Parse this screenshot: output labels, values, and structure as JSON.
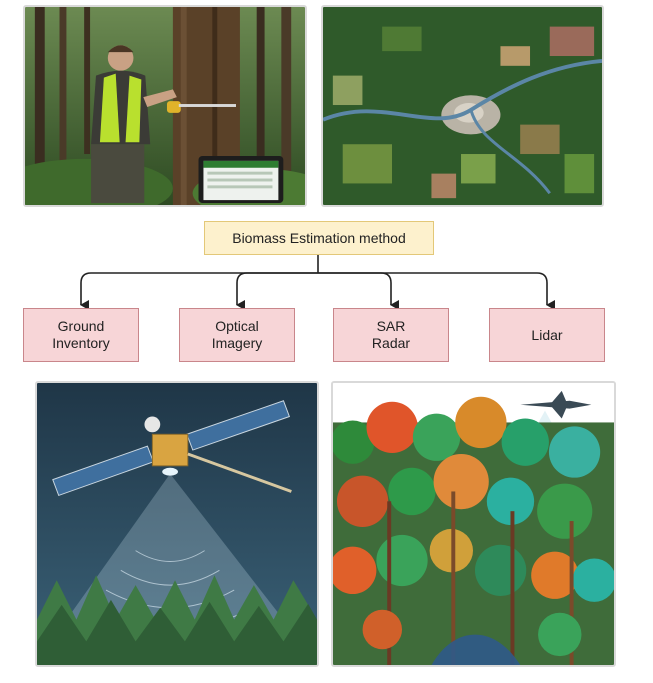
{
  "diagram": {
    "root": {
      "label": "Biomass Estimation method"
    },
    "methods": [
      {
        "label": "Ground\nInventory"
      },
      {
        "label": "Optical\nImagery"
      },
      {
        "label": "SAR\nRadar"
      },
      {
        "label": "Lidar"
      }
    ]
  },
  "images": [
    {
      "subject": "forester-measuring-tree-photo"
    },
    {
      "subject": "satellite-landscape-photo"
    },
    {
      "subject": "sar-satellite-illustration"
    },
    {
      "subject": "lidar-point-cloud-forest"
    }
  ],
  "colors": {
    "root_fill": "#fdf1cd",
    "root_border": "#e3c878",
    "leaf_fill": "#f7d5d7",
    "leaf_border": "#c9868b",
    "connector": "#222222"
  }
}
